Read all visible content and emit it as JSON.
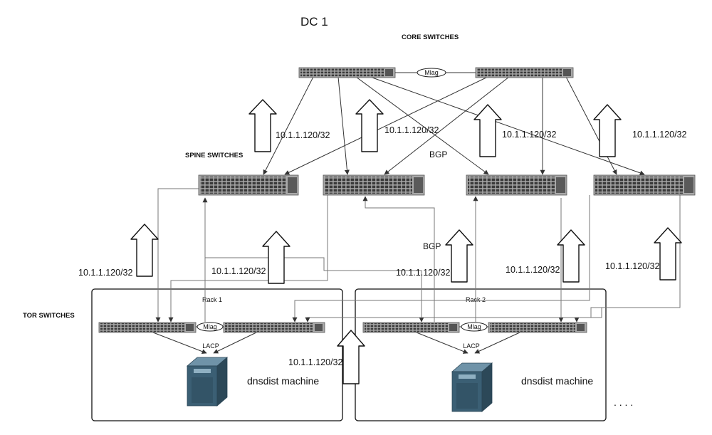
{
  "title": "DC 1",
  "layers": {
    "core": "CORE SWITCHES",
    "spine": "SPINE SWITCHES",
    "tor": "TOR SWITCHES"
  },
  "links": {
    "mlag_core": "Mlag",
    "mlag_rack1": "Mlag",
    "mlag_rack2": "Mlag",
    "lacp_rack1": "LACP",
    "lacp_rack2": "LACP",
    "bgp_upper": "BGP",
    "bgp_lower": "BGP"
  },
  "racks": {
    "rack1": {
      "label": "Rack 1",
      "machine": "dnsdist machine"
    },
    "rack2": {
      "label": "Rack 2",
      "machine": "dnsdist machine"
    }
  },
  "announcements": {
    "core_1": "10.1.1.120/32",
    "core_2": "10.1.1.120/32",
    "core_3": "10.1.1.120/32",
    "core_4": "10.1.1.120/32",
    "spine_1": "10.1.1.120/32",
    "spine_2": "10.1.1.120/32",
    "spine_3": "10.1.1.120/32",
    "spine_4": "10.1.1.120/32",
    "spine_5": "10.1.1.120/32",
    "rack": "10.1.1.120/32"
  },
  "ellipsis": ". . . .",
  "icons": {
    "switch": "network-switch-icon",
    "server": "server-icon",
    "arrow": "up-arrow-icon"
  },
  "colors": {
    "switch_body": "#a9a9a9",
    "switch_ports": "#3a3a3a",
    "server_body": "#3b5f74",
    "wire": "#777777"
  }
}
